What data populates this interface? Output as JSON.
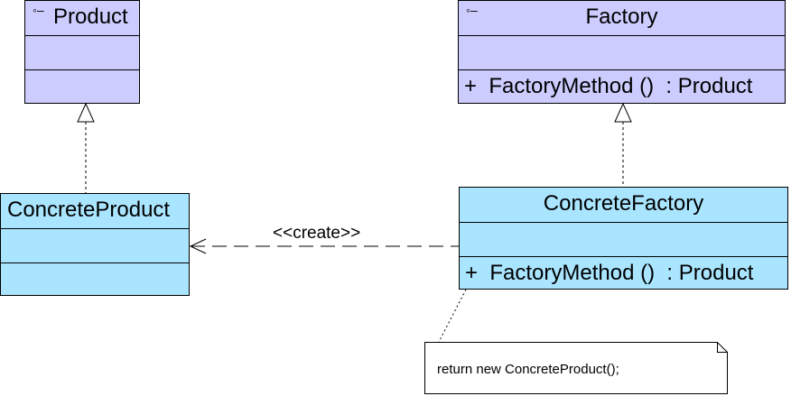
{
  "colors": {
    "abstract_fill": "#ccccff",
    "concrete_fill": "#aae5ff",
    "stroke": "#000000"
  },
  "product": {
    "icon": "interface-icon",
    "name": "Product"
  },
  "factory": {
    "icon": "interface-icon",
    "name": "Factory",
    "operation": "+  FactoryMethod ()  : Product"
  },
  "concrete_product": {
    "name": "ConcreteProduct"
  },
  "concrete_factory": {
    "name": "ConcreteFactory",
    "operation": "+  FactoryMethod ()  : Product"
  },
  "dependency": {
    "stereotype": "<<create>>"
  },
  "note": {
    "text": "return new ConcreteProduct();"
  }
}
